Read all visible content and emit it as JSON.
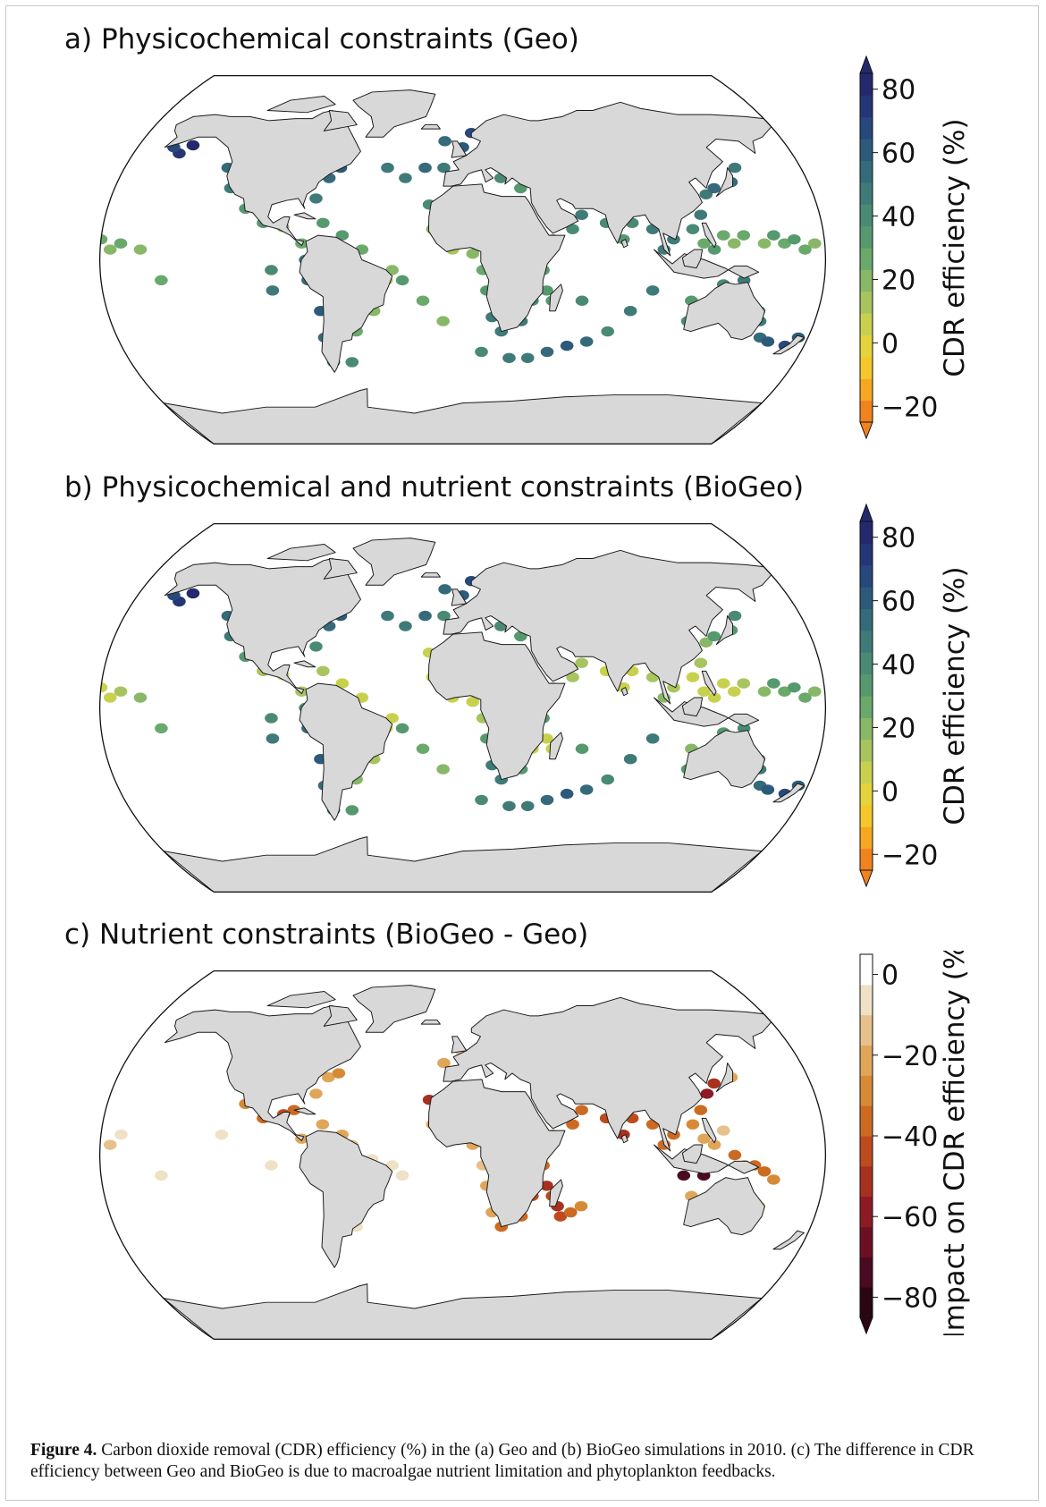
{
  "panels": [
    {
      "id": "a",
      "title": "a) Physicochemical constraints (Geo)",
      "colorbar": {
        "label": "CDR efficiency (%)",
        "ticks": [
          "80",
          "60",
          "40",
          "20",
          "0",
          "−20"
        ],
        "tick_values": [
          80,
          60,
          40,
          20,
          0,
          -20
        ],
        "range": [
          -25,
          85
        ],
        "colors": [
          "#f0831e",
          "#f5a81f",
          "#f4c72a",
          "#e3d33c",
          "#c8d14e",
          "#a8c45f",
          "#88b867",
          "#6aa96c",
          "#56996f",
          "#4a8a74",
          "#3f7a78",
          "#356a7a",
          "#2c5a7a",
          "#27487a",
          "#253676",
          "#24296e"
        ]
      },
      "points": [
        [
          -155,
          52,
          75
        ],
        [
          -150,
          56,
          80
        ],
        [
          -160,
          55,
          70
        ],
        [
          -125,
          45,
          55
        ],
        [
          -120,
          35,
          45
        ],
        [
          -110,
          25,
          35
        ],
        [
          -100,
          18,
          30
        ],
        [
          -90,
          16,
          20
        ],
        [
          -80,
          8,
          25
        ],
        [
          -78,
          0,
          45
        ],
        [
          -77,
          -10,
          55
        ],
        [
          -72,
          -25,
          60
        ],
        [
          -72,
          -38,
          55
        ],
        [
          -70,
          -50,
          50
        ],
        [
          -60,
          -50,
          40
        ],
        [
          -55,
          -35,
          25
        ],
        [
          -45,
          -25,
          20
        ],
        [
          -38,
          -10,
          15
        ],
        [
          -35,
          -5,
          20
        ],
        [
          -50,
          5,
          25
        ],
        [
          -60,
          12,
          30
        ],
        [
          -70,
          18,
          35
        ],
        [
          -75,
          30,
          45
        ],
        [
          -70,
          40,
          55
        ],
        [
          -65,
          45,
          60
        ],
        [
          -10,
          58,
          55
        ],
        [
          0,
          55,
          60
        ],
        [
          5,
          62,
          65
        ],
        [
          15,
          65,
          55
        ],
        [
          -10,
          45,
          45
        ],
        [
          -17,
          27,
          40
        ],
        [
          -15,
          15,
          20
        ],
        [
          -5,
          5,
          15
        ],
        [
          5,
          3,
          20
        ],
        [
          10,
          -5,
          25
        ],
        [
          12,
          -15,
          35
        ],
        [
          15,
          -28,
          45
        ],
        [
          20,
          -35,
          50
        ],
        [
          30,
          -30,
          45
        ],
        [
          35,
          -20,
          40
        ],
        [
          42,
          -15,
          35
        ],
        [
          45,
          -20,
          30
        ],
        [
          40,
          -5,
          35
        ],
        [
          45,
          10,
          40
        ],
        [
          55,
          15,
          40
        ],
        [
          60,
          22,
          45
        ],
        [
          72,
          18,
          40
        ],
        [
          80,
          10,
          35
        ],
        [
          85,
          18,
          40
        ],
        [
          95,
          15,
          45
        ],
        [
          100,
          5,
          50
        ],
        [
          105,
          10,
          45
        ],
        [
          115,
          15,
          40
        ],
        [
          120,
          22,
          45
        ],
        [
          125,
          32,
          50
        ],
        [
          130,
          35,
          55
        ],
        [
          140,
          38,
          55
        ],
        [
          145,
          45,
          50
        ],
        [
          120,
          8,
          25
        ],
        [
          125,
          5,
          30
        ],
        [
          130,
          12,
          25
        ],
        [
          135,
          8,
          20
        ],
        [
          140,
          12,
          25
        ],
        [
          150,
          8,
          20
        ],
        [
          155,
          12,
          30
        ],
        [
          160,
          8,
          25
        ],
        [
          165,
          10,
          30
        ],
        [
          170,
          5,
          25
        ],
        [
          175,
          8,
          20
        ],
        [
          -180,
          10,
          25
        ],
        [
          -175,
          5,
          20
        ],
        [
          -170,
          8,
          25
        ],
        [
          -160,
          5,
          20
        ],
        [
          -150,
          -10,
          25
        ],
        [
          150,
          -25,
          45
        ],
        [
          152,
          -30,
          50
        ],
        [
          155,
          -38,
          55
        ],
        [
          160,
          -40,
          60
        ],
        [
          170,
          -42,
          65
        ],
        [
          175,
          -38,
          60
        ],
        [
          115,
          -30,
          40
        ],
        [
          115,
          -20,
          35
        ],
        [
          130,
          -12,
          40
        ],
        [
          140,
          -10,
          45
        ],
        [
          -95,
          -5,
          40
        ],
        [
          -95,
          -15,
          45
        ],
        [
          -30,
          -10,
          30
        ],
        [
          -20,
          -20,
          25
        ],
        [
          -10,
          -30,
          20
        ],
        [
          10,
          -45,
          40
        ],
        [
          25,
          -48,
          45
        ],
        [
          35,
          -48,
          50
        ],
        [
          45,
          -45,
          55
        ],
        [
          55,
          -42,
          60
        ],
        [
          65,
          -40,
          55
        ],
        [
          75,
          -35,
          40
        ],
        [
          85,
          -25,
          45
        ],
        [
          95,
          -15,
          50
        ],
        [
          60,
          -20,
          40
        ],
        [
          -30,
          40,
          45
        ],
        [
          -40,
          45,
          50
        ],
        [
          -20,
          45,
          55
        ],
        [
          20,
          40,
          40
        ],
        [
          30,
          35,
          35
        ]
      ]
    },
    {
      "id": "b",
      "title": "b) Physicochemical and nutrient constraints (BioGeo)",
      "colorbar": {
        "label": "CDR efficiency (%)",
        "ticks": [
          "80",
          "60",
          "40",
          "20",
          "0",
          "−20"
        ],
        "tick_values": [
          80,
          60,
          40,
          20,
          0,
          -20
        ],
        "range": [
          -25,
          85
        ],
        "colors": [
          "#f0831e",
          "#f5a81f",
          "#f4c72a",
          "#e3d33c",
          "#c8d14e",
          "#a8c45f",
          "#88b867",
          "#6aa96c",
          "#56996f",
          "#4a8a74",
          "#3f7a78",
          "#356a7a",
          "#2c5a7a",
          "#27487a",
          "#253676",
          "#24296e"
        ]
      },
      "points": [
        [
          -155,
          52,
          75
        ],
        [
          -150,
          56,
          80
        ],
        [
          -160,
          55,
          65
        ],
        [
          -125,
          45,
          55
        ],
        [
          -120,
          35,
          45
        ],
        [
          -110,
          25,
          30
        ],
        [
          -100,
          18,
          10
        ],
        [
          -90,
          16,
          5
        ],
        [
          -80,
          8,
          10
        ],
        [
          -78,
          0,
          40
        ],
        [
          -77,
          -10,
          55
        ],
        [
          -72,
          -25,
          60
        ],
        [
          -72,
          -38,
          55
        ],
        [
          -70,
          -50,
          45
        ],
        [
          -60,
          -50,
          35
        ],
        [
          -55,
          -35,
          20
        ],
        [
          -45,
          -25,
          10
        ],
        [
          -38,
          -10,
          5
        ],
        [
          -35,
          -5,
          5
        ],
        [
          -50,
          5,
          5
        ],
        [
          -60,
          12,
          5
        ],
        [
          -70,
          18,
          10
        ],
        [
          -75,
          30,
          40
        ],
        [
          -70,
          40,
          55
        ],
        [
          -65,
          45,
          60
        ],
        [
          -10,
          58,
          55
        ],
        [
          0,
          55,
          60
        ],
        [
          5,
          62,
          65
        ],
        [
          15,
          65,
          55
        ],
        [
          -10,
          45,
          40
        ],
        [
          -17,
          27,
          5
        ],
        [
          -15,
          15,
          5
        ],
        [
          -5,
          5,
          5
        ],
        [
          5,
          3,
          5
        ],
        [
          10,
          -5,
          10
        ],
        [
          12,
          -15,
          30
        ],
        [
          15,
          -28,
          45
        ],
        [
          20,
          -35,
          50
        ],
        [
          30,
          -30,
          35
        ],
        [
          35,
          -20,
          5
        ],
        [
          42,
          -15,
          5
        ],
        [
          45,
          -20,
          5
        ],
        [
          40,
          -5,
          30
        ],
        [
          45,
          10,
          20
        ],
        [
          55,
          15,
          10
        ],
        [
          60,
          22,
          15
        ],
        [
          72,
          18,
          5
        ],
        [
          80,
          10,
          5
        ],
        [
          85,
          18,
          5
        ],
        [
          95,
          15,
          10
        ],
        [
          100,
          5,
          20
        ],
        [
          105,
          10,
          15
        ],
        [
          115,
          15,
          5
        ],
        [
          120,
          22,
          10
        ],
        [
          125,
          32,
          20
        ],
        [
          130,
          35,
          30
        ],
        [
          140,
          38,
          35
        ],
        [
          145,
          45,
          40
        ],
        [
          120,
          8,
          5
        ],
        [
          125,
          5,
          5
        ],
        [
          130,
          12,
          5
        ],
        [
          135,
          8,
          5
        ],
        [
          140,
          12,
          10
        ],
        [
          150,
          8,
          20
        ],
        [
          155,
          12,
          30
        ],
        [
          160,
          8,
          25
        ],
        [
          165,
          10,
          30
        ],
        [
          170,
          5,
          25
        ],
        [
          175,
          8,
          20
        ],
        [
          -180,
          10,
          5
        ],
        [
          -175,
          5,
          5
        ],
        [
          -170,
          8,
          10
        ],
        [
          -160,
          5,
          20
        ],
        [
          -150,
          -10,
          25
        ],
        [
          150,
          -25,
          45
        ],
        [
          152,
          -30,
          50
        ],
        [
          155,
          -38,
          55
        ],
        [
          160,
          -40,
          60
        ],
        [
          170,
          -42,
          65
        ],
        [
          175,
          -38,
          60
        ],
        [
          115,
          -30,
          35
        ],
        [
          115,
          -20,
          20
        ],
        [
          130,
          -12,
          30
        ],
        [
          140,
          -10,
          40
        ],
        [
          -95,
          -5,
          40
        ],
        [
          -95,
          -15,
          45
        ],
        [
          -30,
          -10,
          30
        ],
        [
          -20,
          -20,
          25
        ],
        [
          -10,
          -30,
          20
        ],
        [
          10,
          -45,
          40
        ],
        [
          25,
          -48,
          45
        ],
        [
          35,
          -48,
          50
        ],
        [
          45,
          -45,
          55
        ],
        [
          55,
          -42,
          60
        ],
        [
          65,
          -40,
          55
        ],
        [
          75,
          -35,
          40
        ],
        [
          85,
          -25,
          45
        ],
        [
          95,
          -15,
          50
        ],
        [
          60,
          -20,
          30
        ],
        [
          -30,
          40,
          45
        ],
        [
          -40,
          45,
          50
        ],
        [
          -20,
          45,
          55
        ],
        [
          20,
          40,
          40
        ],
        [
          30,
          35,
          35
        ]
      ]
    },
    {
      "id": "c",
      "title": "c) Nutrient constraints (BioGeo - Geo)",
      "colorbar": {
        "label": "Impact on CDR efficiency (%)",
        "ticks": [
          "0",
          "−20",
          "−40",
          "−60",
          "−80"
        ],
        "tick_values": [
          0,
          -20,
          -40,
          -60,
          -80
        ],
        "range": [
          -85,
          5
        ],
        "colors": [
          "#2a0512",
          "#4a0a22",
          "#6d1024",
          "#8e1a25",
          "#a8301f",
          "#bd4b1e",
          "#cc6a22",
          "#d78a36",
          "#dfa65a",
          "#e6c18c",
          "#eee1c5",
          "#ffffff"
        ]
      },
      "points": [
        [
          -110,
          25,
          -30
        ],
        [
          -100,
          18,
          -40
        ],
        [
          -90,
          20,
          -45
        ],
        [
          -85,
          22,
          -40
        ],
        [
          -80,
          8,
          -20
        ],
        [
          -70,
          15,
          -25
        ],
        [
          -60,
          10,
          -20
        ],
        [
          -75,
          30,
          -20
        ],
        [
          -70,
          38,
          -25
        ],
        [
          -65,
          40,
          -30
        ],
        [
          -55,
          5,
          -15
        ],
        [
          -45,
          -2,
          -10
        ],
        [
          -35,
          -5,
          -10
        ],
        [
          -30,
          -10,
          -10
        ],
        [
          -55,
          -35,
          -10
        ],
        [
          -17,
          27,
          -55
        ],
        [
          -15,
          15,
          -25
        ],
        [
          -10,
          45,
          -20
        ],
        [
          0,
          50,
          -15
        ],
        [
          5,
          5,
          -20
        ],
        [
          10,
          -5,
          -15
        ],
        [
          12,
          -15,
          -20
        ],
        [
          15,
          -28,
          -25
        ],
        [
          20,
          -35,
          -35
        ],
        [
          30,
          -30,
          -40
        ],
        [
          35,
          -20,
          -45
        ],
        [
          40,
          -5,
          -35
        ],
        [
          42,
          -15,
          -50
        ],
        [
          45,
          -20,
          -45
        ],
        [
          48,
          -25,
          -55
        ],
        [
          50,
          -30,
          -45
        ],
        [
          55,
          -28,
          -40
        ],
        [
          60,
          -25,
          -30
        ],
        [
          45,
          10,
          -30
        ],
        [
          55,
          15,
          -35
        ],
        [
          60,
          22,
          -40
        ],
        [
          72,
          18,
          -45
        ],
        [
          80,
          10,
          -50
        ],
        [
          85,
          18,
          -45
        ],
        [
          95,
          15,
          -40
        ],
        [
          100,
          5,
          -35
        ],
        [
          105,
          10,
          -35
        ],
        [
          110,
          -10,
          -75
        ],
        [
          120,
          -10,
          -75
        ],
        [
          115,
          15,
          -30
        ],
        [
          120,
          22,
          -40
        ],
        [
          125,
          30,
          -60
        ],
        [
          130,
          35,
          -50
        ],
        [
          140,
          38,
          -20
        ],
        [
          120,
          8,
          -25
        ],
        [
          125,
          5,
          -20
        ],
        [
          130,
          12,
          -15
        ],
        [
          135,
          0,
          -35
        ],
        [
          140,
          -5,
          -30
        ],
        [
          145,
          -5,
          -40
        ],
        [
          150,
          -8,
          -35
        ],
        [
          155,
          -12,
          -30
        ],
        [
          -175,
          5,
          -15
        ],
        [
          -170,
          10,
          -10
        ],
        [
          -150,
          -10,
          -10
        ],
        [
          -120,
          10,
          -10
        ],
        [
          150,
          -25,
          -15
        ],
        [
          115,
          -20,
          -20
        ],
        [
          -95,
          -5,
          -10
        ]
      ]
    }
  ],
  "caption": {
    "label": "Figure 4.",
    "text": " Carbon dioxide removal (CDR) efficiency (%) in the (a) Geo and (b) BioGeo simulations in 2010. (c) The difference in CDR efficiency between Geo and BioGeo is due to macroalgae nutrient limitation and phytoplankton feedbacks."
  }
}
